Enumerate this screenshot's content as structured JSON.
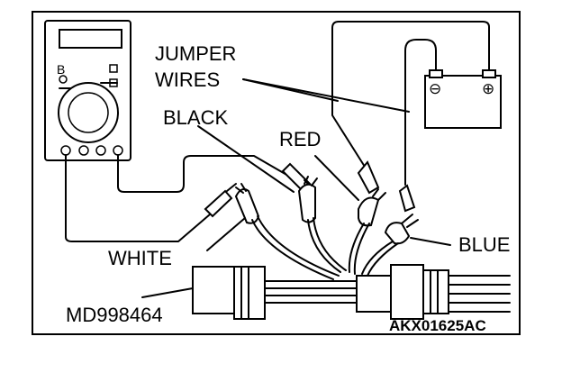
{
  "labels": {
    "jumper_wires_line1": "JUMPER",
    "jumper_wires_line2": "WIRES",
    "black": "BLACK",
    "red": "RED",
    "white": "WHITE",
    "blue": "BLUE",
    "tool": "MD998464",
    "figure_code": "AKX01625AC"
  },
  "multimeter": {
    "range_letter": "B"
  },
  "battery": {
    "negative_symbol": "⊖",
    "positive_symbol": "⊕"
  }
}
